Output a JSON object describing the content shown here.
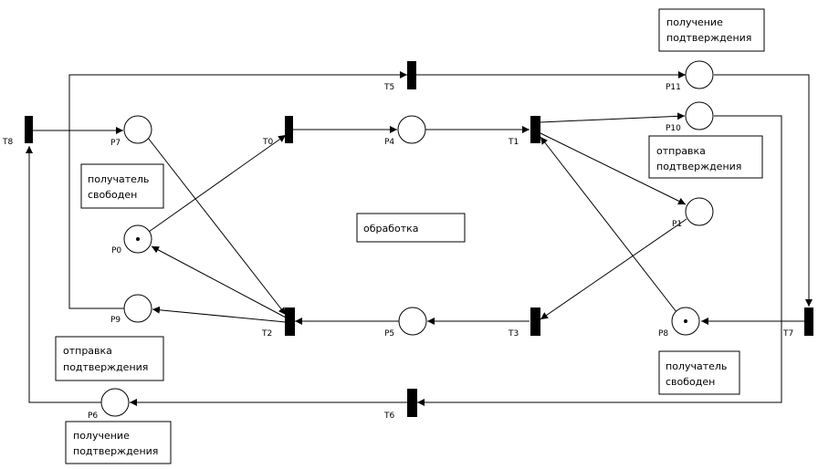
{
  "places": [
    {
      "id": "P0",
      "label": "P0",
      "tokens": 1
    },
    {
      "id": "P1",
      "label": "P1",
      "tokens": 0
    },
    {
      "id": "P4",
      "label": "P4",
      "tokens": 0
    },
    {
      "id": "P5",
      "label": "P5",
      "tokens": 0
    },
    {
      "id": "P6",
      "label": "P6",
      "tokens": 0
    },
    {
      "id": "P7",
      "label": "P7",
      "tokens": 0
    },
    {
      "id": "P8",
      "label": "P8",
      "tokens": 1
    },
    {
      "id": "P9",
      "label": "P9",
      "tokens": 0
    },
    {
      "id": "P10",
      "label": "P10",
      "tokens": 0
    },
    {
      "id": "P11",
      "label": "P11",
      "tokens": 0
    }
  ],
  "transitions": [
    {
      "id": "T0",
      "label": "T0"
    },
    {
      "id": "T1",
      "label": "T1"
    },
    {
      "id": "T2",
      "label": "T2"
    },
    {
      "id": "T3",
      "label": "T3"
    },
    {
      "id": "T5",
      "label": "T5"
    },
    {
      "id": "T6",
      "label": "T6"
    },
    {
      "id": "T7",
      "label": "T7"
    },
    {
      "id": "T8",
      "label": "T8"
    }
  ],
  "notes": {
    "n1": [
      "получение",
      "подтверждения"
    ],
    "n2": [
      "отправка",
      "подтверждения"
    ],
    "n3": [
      "получатель",
      "свободен"
    ],
    "n4": [
      "обработка"
    ],
    "n5": [
      "получатель",
      "свободен"
    ],
    "n6": [
      "отправка",
      "подтверждения"
    ],
    "n7": [
      "получение",
      "подтверждения"
    ]
  },
  "arcs": [
    [
      "T8",
      "P7"
    ],
    [
      "P7",
      "T2"
    ],
    [
      "P0",
      "T0"
    ],
    [
      "T0",
      "P4"
    ],
    [
      "P4",
      "T1"
    ],
    [
      "T1",
      "P10"
    ],
    [
      "T1",
      "P1"
    ],
    [
      "P1",
      "T3"
    ],
    [
      "T3",
      "P5"
    ],
    [
      "P5",
      "T2"
    ],
    [
      "T2",
      "P0"
    ],
    [
      "T2",
      "P9"
    ],
    [
      "P9",
      "T5"
    ],
    [
      "T5",
      "P11"
    ],
    [
      "P11",
      "T7"
    ],
    [
      "T7",
      "P8"
    ],
    [
      "P8",
      "T1"
    ],
    [
      "P10",
      "T6"
    ],
    [
      "T6",
      "P6"
    ],
    [
      "P6",
      "T8"
    ]
  ]
}
